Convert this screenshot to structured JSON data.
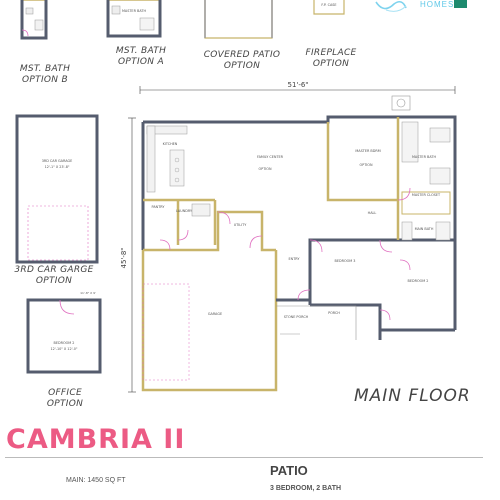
{
  "brand": {
    "text": "HOMES",
    "accent_color": "#5fc8e8",
    "logo_box_color": "#1c8a6e"
  },
  "options_top": [
    {
      "label_line1": "MST. BATH",
      "label_line2": "OPTION B"
    },
    {
      "label_line1": "MST. BATH",
      "label_line2": "OPTION A"
    },
    {
      "label_line1": "COVERED PATIO",
      "label_line2": "OPTION"
    },
    {
      "label_line1": "FIREPLACE",
      "label_line2": "OPTION"
    }
  ],
  "options_side": [
    {
      "label_line1": "3RD CAR GARGE",
      "label_line2": "OPTION"
    },
    {
      "label_line1": "OFFICE",
      "label_line2": "OPTION"
    }
  ],
  "rooms": {
    "master_bath_top": "MASTER BATH",
    "fp_label": "F.P. CASE",
    "garage3": "3RD CAR GARAGE",
    "garage3_dim": "12'-1\" X 23'-8\"",
    "bedroom2_office": "BEDROOM 2",
    "bedroom2_office_dim": "12'-10\" X 12'-0\"",
    "office_dim_note": "11'-8\" X 9'",
    "kitchen": "KITCHEN",
    "family": "FAMILY CENTER",
    "family_note": "OPTION",
    "master_bdrm": "MASTER BDRM",
    "master_note": "OPTION",
    "master_bath": "MASTER BATH",
    "master_closet": "MASTER CLOSET",
    "hall": "HALL",
    "main_bath": "MAIN BATH",
    "pantry": "PANTRY",
    "laundry": "LAUNDRY",
    "utility": "UTILITY",
    "entry": "ENTRY",
    "bedroom3": "BEDROOM 3",
    "bedroom2": "BEDROOM 2",
    "garage": "GARAGE",
    "porch": "PORCH",
    "stone": "STONE PORCH"
  },
  "dimensions": {
    "width": "51'-6\"",
    "depth": "45'-8\""
  },
  "floor_label": "MAIN FLOOR",
  "plan_name": "CAMBRIA II",
  "info": {
    "main_sqft": "MAIN: 1450 SQ FT",
    "feature": "PATIO",
    "beds_baths": "3 BEDROOM, 2 BATH"
  }
}
